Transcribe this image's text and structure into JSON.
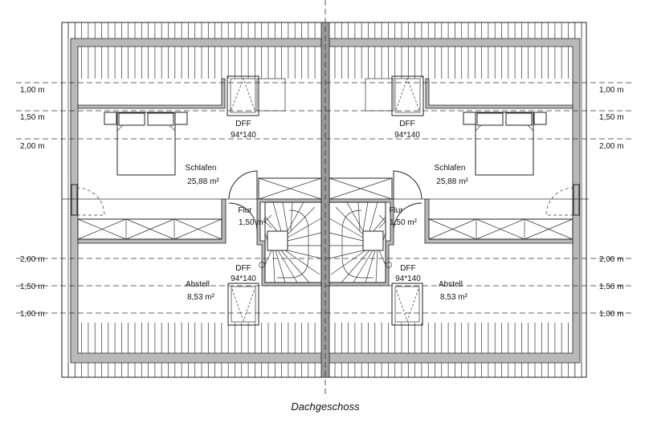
{
  "title": "Dachgeschoss",
  "height_lines": [
    "1,00 m",
    "1,50 m",
    "2,00 m",
    "2,00 m",
    "1,50 m",
    "1,00 m"
  ],
  "left": {
    "schlafen": {
      "name": "Schlafen",
      "area": "25,88 m²"
    },
    "flur": {
      "name": "Flur",
      "area": "1,50 m²"
    },
    "abstell": {
      "name": "Abstell",
      "area": "8,53 m²"
    },
    "window_top": {
      "name": "DFF",
      "size": "94*140"
    },
    "window_bottom": {
      "name": "DFF",
      "size": "94*140"
    }
  },
  "right": {
    "schlafen": {
      "name": "Schlafen",
      "area": "25,88 m²"
    },
    "flur": {
      "name": "Flur",
      "area": "1,50 m²"
    },
    "abstell": {
      "name": "Abstell",
      "area": "8,53 m²"
    },
    "window_top": {
      "name": "DFF",
      "size": "94*140"
    },
    "window_bottom": {
      "name": "DFF",
      "size": "94*140"
    }
  }
}
